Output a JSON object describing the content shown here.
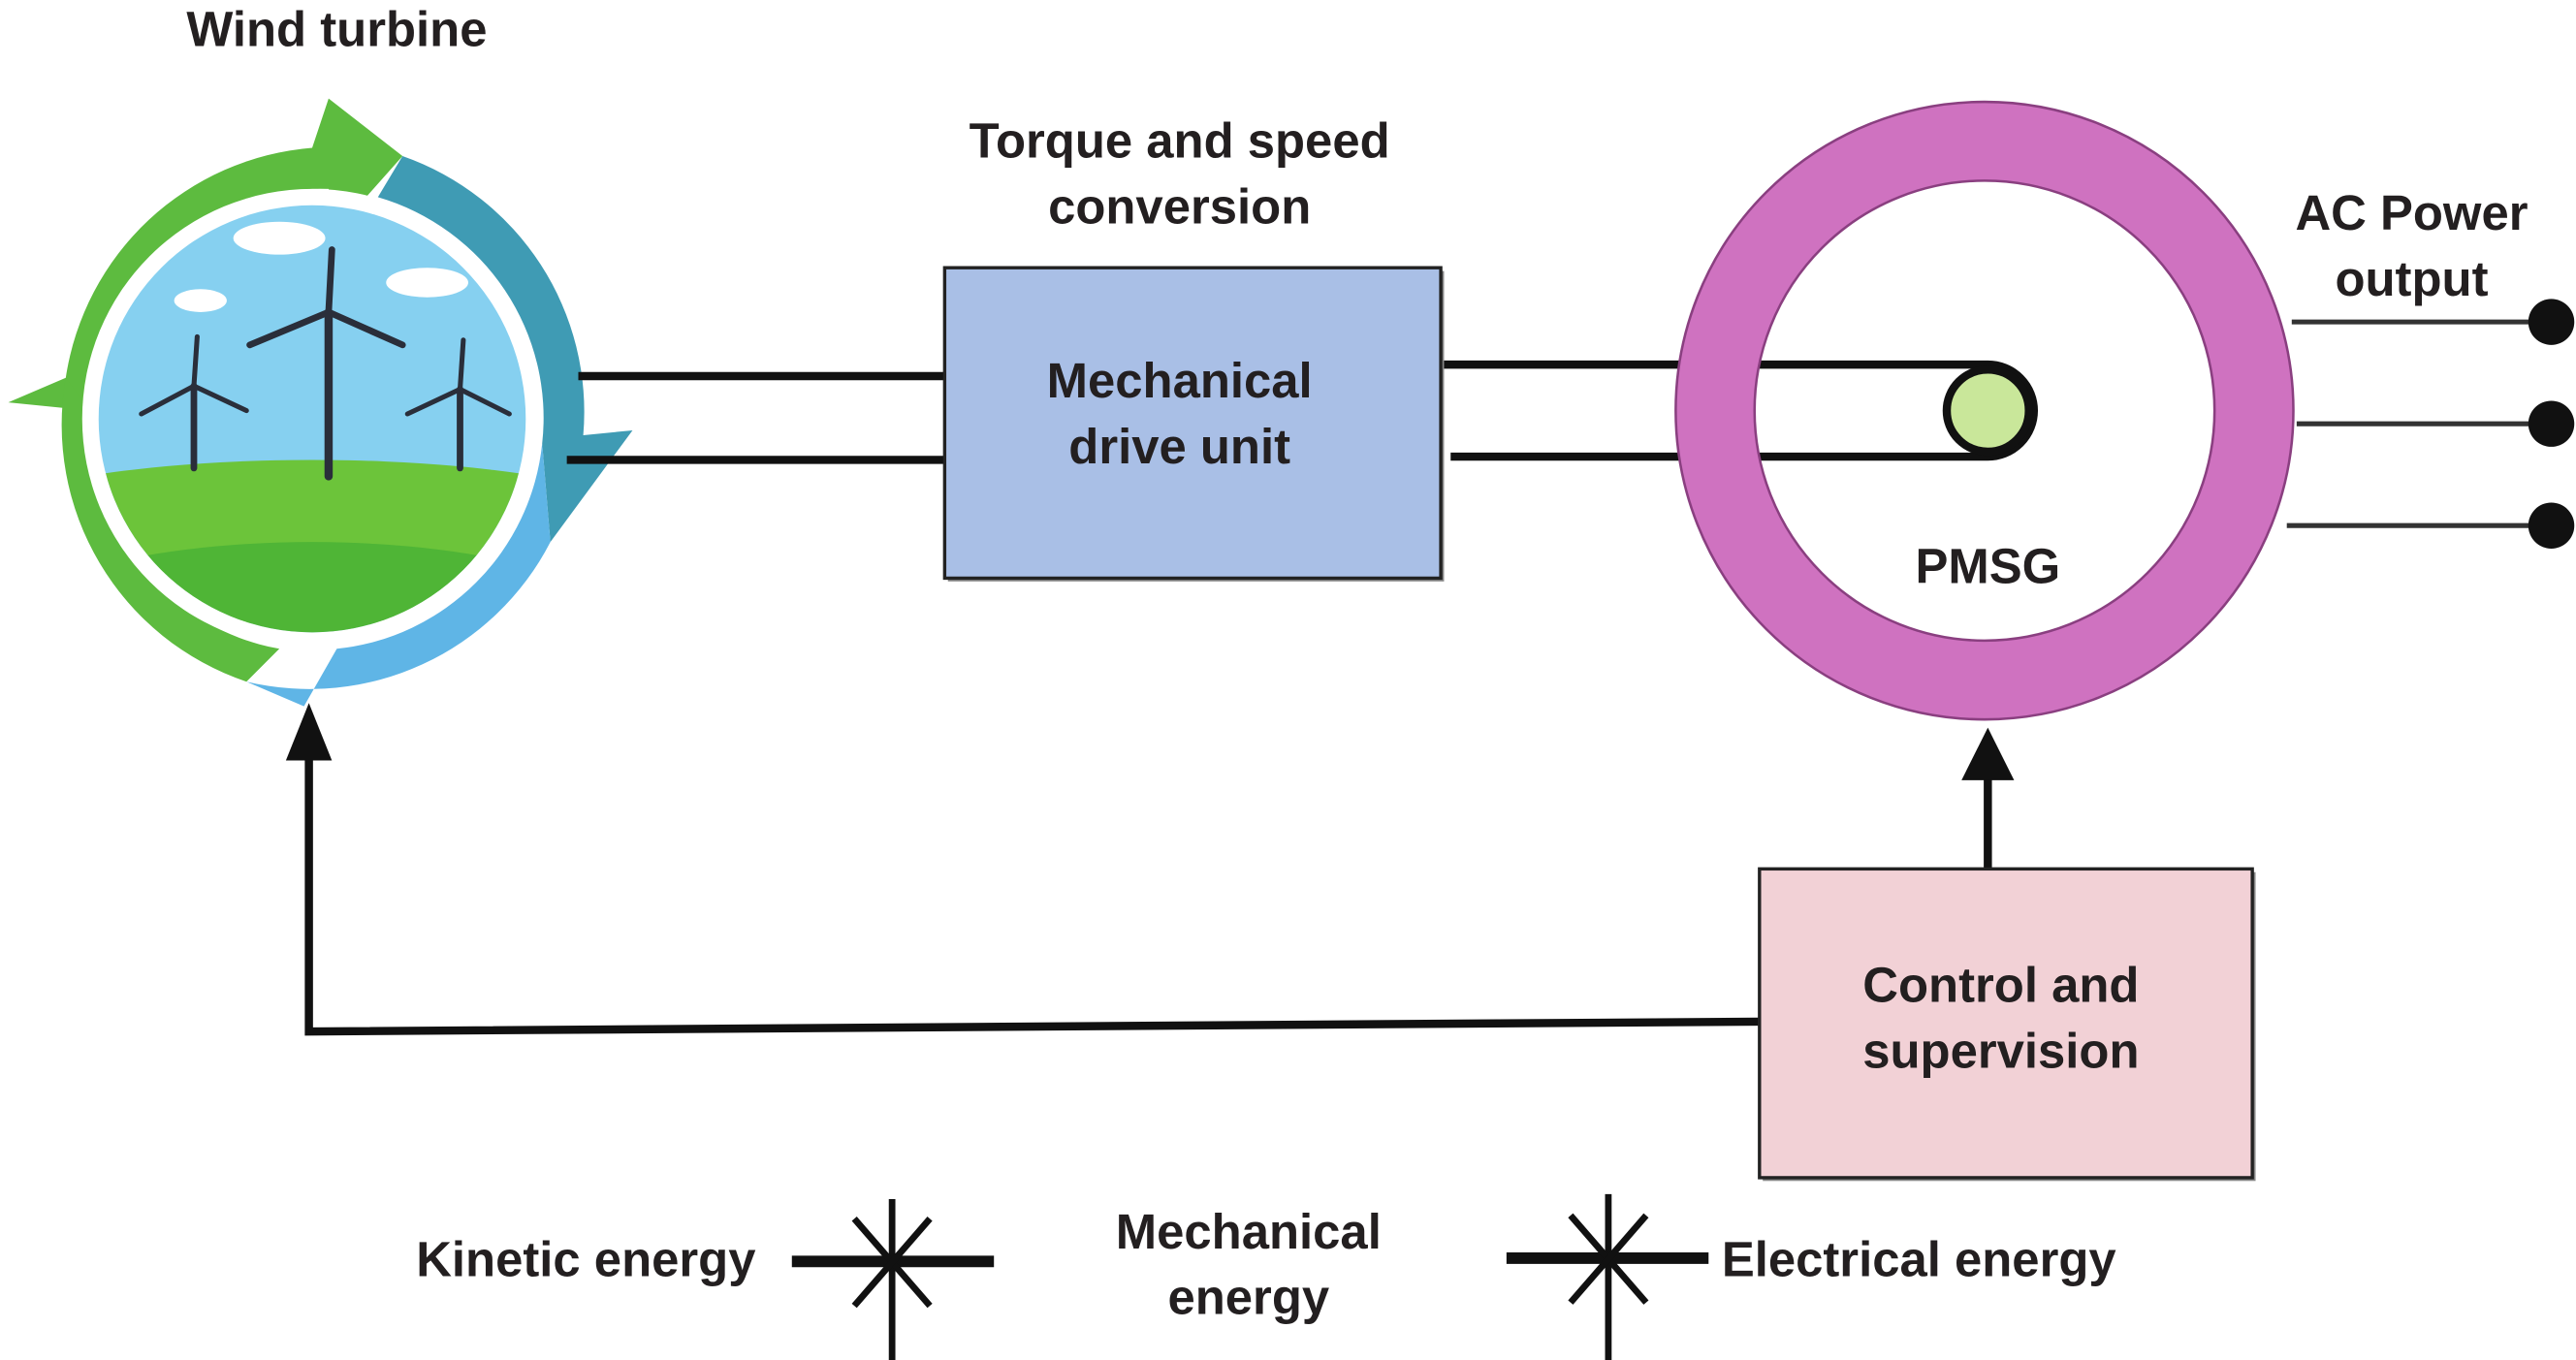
{
  "title_turbine": "Wind turbine",
  "torque": {
    "line1": "Torque and speed",
    "line2": "conversion"
  },
  "mech_box": {
    "line1": "Mechanical",
    "line2": "drive unit"
  },
  "generator": {
    "label": "PMSG"
  },
  "output": {
    "line1": "AC Power",
    "line2": "output"
  },
  "control_box": {
    "line1": "Control and",
    "line2": "supervision"
  },
  "legend": {
    "kinetic": "Kinetic energy",
    "mechanical_1": "Mechanical",
    "mechanical_2": "energy",
    "electrical": "Electrical energy"
  },
  "colors": {
    "mech_box": "#a9bfe6",
    "control_box": "#f2d1d6",
    "pmsg_ring": "#cf72c0",
    "rotor": "#c9e79a",
    "sky": "#86d0f0",
    "grass": "#6cc43a"
  }
}
